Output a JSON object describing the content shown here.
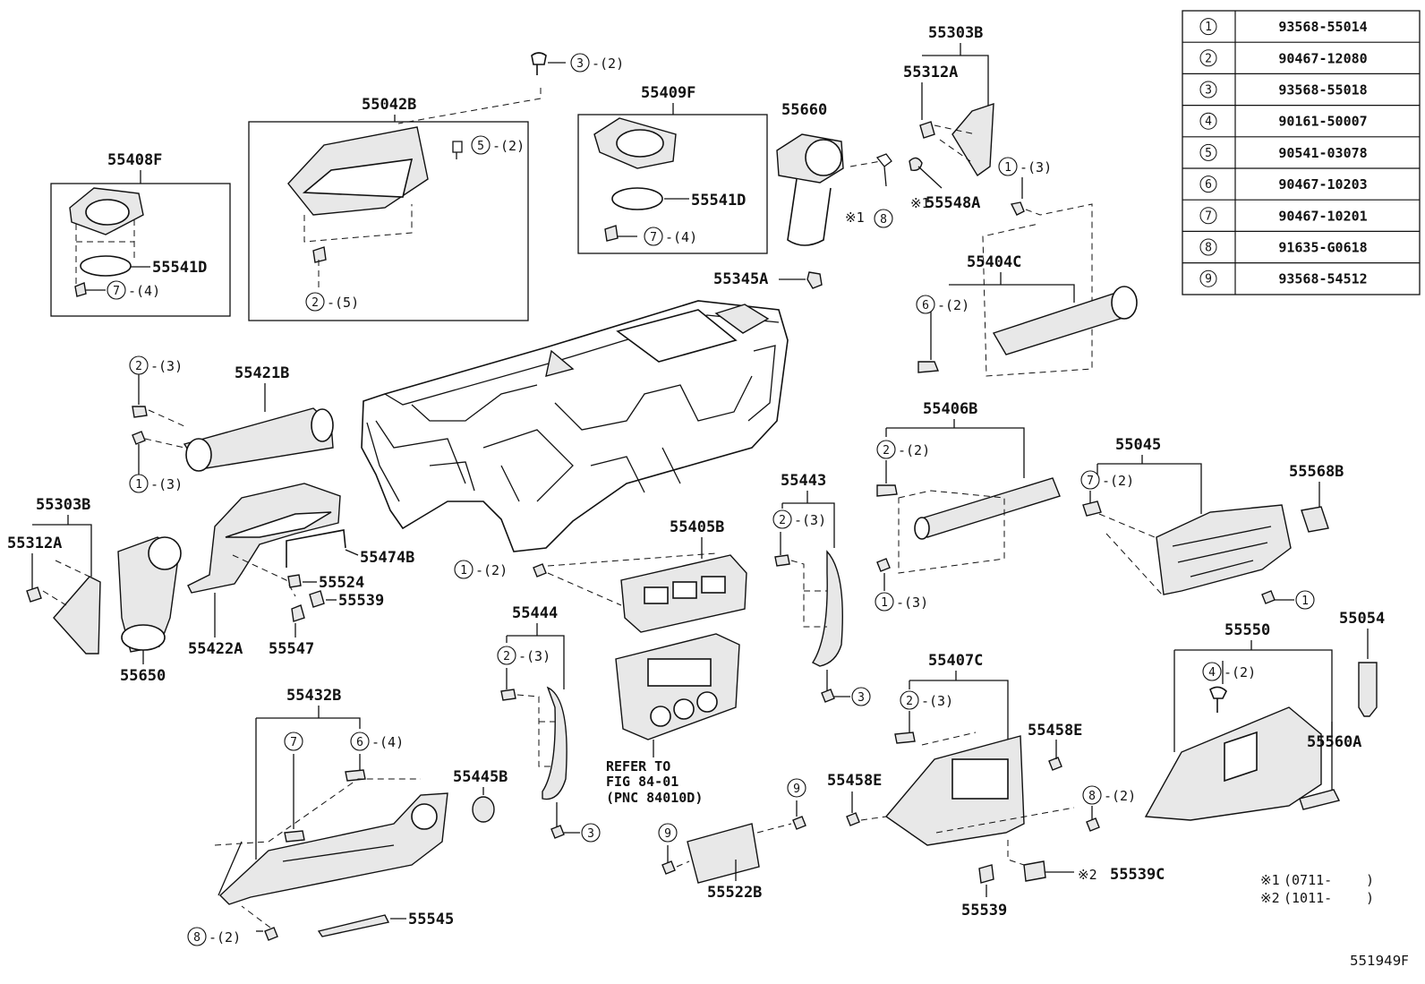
{
  "legend_table": [
    {
      "num": "1",
      "part": "93568-55014"
    },
    {
      "num": "2",
      "part": "90467-12080"
    },
    {
      "num": "3",
      "part": "93568-55018"
    },
    {
      "num": "4",
      "part": "90161-50007"
    },
    {
      "num": "5",
      "part": "90541-03078"
    },
    {
      "num": "6",
      "part": "90467-10203"
    },
    {
      "num": "7",
      "part": "90467-10201"
    },
    {
      "num": "8",
      "part": "91635-G0618"
    },
    {
      "num": "9",
      "part": "93568-54512"
    }
  ],
  "part_labels": {
    "p55408F": "55408F",
    "p55541D_a": "55541D",
    "p55042B": "55042B",
    "p55409F": "55409F",
    "p55541D_b": "55541D",
    "p55660": "55660",
    "p55303B_a": "55303B",
    "p55312A_a": "55312A",
    "p55548A": "55548A",
    "p55345A": "55345A",
    "p55404C": "55404C",
    "p55421B": "55421B",
    "p55303B_b": "55303B",
    "p55312A_b": "55312A",
    "p55650": "55650",
    "p55474B": "55474B",
    "p55524": "55524",
    "p55539_a": "55539",
    "p55422A": "55422A",
    "p55547": "55547",
    "p55406B": "55406B",
    "p55045": "55045",
    "p55568B": "55568B",
    "p55405B": "55405B",
    "p55443": "55443",
    "p55444": "55444",
    "p55054": "55054",
    "p55550": "55550",
    "p55560A": "55560A",
    "p55407C": "55407C",
    "p55458E_a": "55458E",
    "p55458E_b": "55458E",
    "p55432B": "55432B",
    "p55445B": "55445B",
    "p55545": "55545",
    "p55522B": "55522B",
    "p55539_b": "55539",
    "p55539C": "55539C"
  },
  "refer": {
    "line1": "REFER TO",
    "line2": "FIG 84-01",
    "line3": "(PNC 84010D)"
  },
  "notes": {
    "n1_mark": "※1",
    "n1_text": "(0711-",
    "n2_mark": "※2",
    "n2_text": "(1011-",
    "close": ")"
  },
  "mark1": "※1",
  "mark2": "※2",
  "fig_code": "551949F",
  "callouts": {
    "c3_2_top": {
      "num": "3",
      "qty": "-(2)"
    },
    "c5_2": {
      "num": "5",
      "qty": "-(2)"
    },
    "c2_5": {
      "num": "2",
      "qty": "-(5)"
    },
    "c7_4_a": {
      "num": "7",
      "qty": "-(4)"
    },
    "c7_4_b": {
      "num": "7",
      "qty": "-(4)"
    },
    "c8_mark": {
      "num": "8",
      "qty": ""
    },
    "c1_3_top": {
      "num": "1",
      "qty": "-(3)"
    },
    "c6_2_top": {
      "num": "6",
      "qty": "-(2)"
    },
    "c2_3_left": {
      "num": "2",
      "qty": "-(3)"
    },
    "c1_3_left": {
      "num": "1",
      "qty": "-(3)"
    },
    "c2_2_406": {
      "num": "2",
      "qty": "-(2)"
    },
    "c1_3_406": {
      "num": "1",
      "qty": "-(3)"
    },
    "c7_2_045": {
      "num": "7",
      "qty": "-(2)"
    },
    "c1_045": {
      "num": "1",
      "qty": ""
    },
    "c1_2_405": {
      "num": "1",
      "qty": "-(2)"
    },
    "c2_3_443": {
      "num": "2",
      "qty": "-(3)"
    },
    "c3_443": {
      "num": "3",
      "qty": ""
    },
    "c2_3_444": {
      "num": "2",
      "qty": "-(3)"
    },
    "c3_444": {
      "num": "3",
      "qty": ""
    },
    "c4_2_550": {
      "num": "4",
      "qty": "-(2)"
    },
    "c2_3_407": {
      "num": "2",
      "qty": "-(3)"
    },
    "c8_2_407": {
      "num": "8",
      "qty": "-(2)"
    },
    "c9_a": {
      "num": "9",
      "qty": ""
    },
    "c9_b": {
      "num": "9",
      "qty": ""
    },
    "c7_432": {
      "num": "7",
      "qty": ""
    },
    "c6_4_432": {
      "num": "6",
      "qty": "-(4)"
    },
    "c8_2_432": {
      "num": "8",
      "qty": "-(2)"
    }
  }
}
